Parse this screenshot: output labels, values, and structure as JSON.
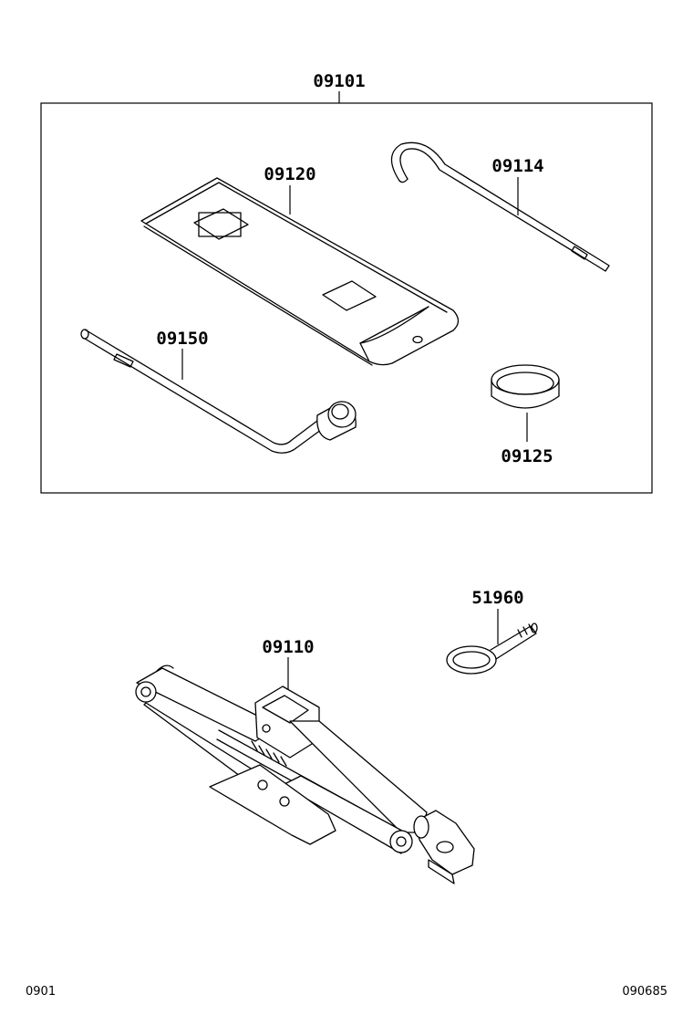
{
  "labels": {
    "kit": "09101",
    "bag": "09120",
    "hook_tool": "09114",
    "lug_wrench": "09150",
    "ring": "09125",
    "towing_eye": "51960",
    "jack": "09110"
  },
  "footer": {
    "left_code": "0901",
    "right_code": "090685"
  }
}
